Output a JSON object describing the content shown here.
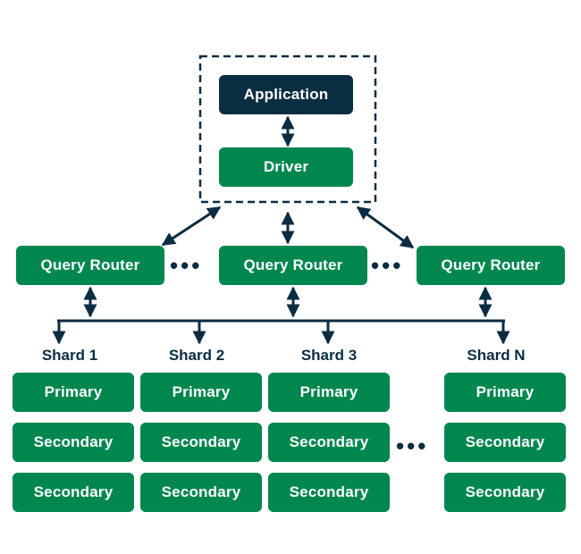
{
  "client": {
    "application": "Application",
    "driver": "Driver"
  },
  "routers": [
    "Query Router",
    "Query Router",
    "Query Router"
  ],
  "shards": [
    {
      "label": "Shard 1",
      "primary": "Primary",
      "secondaries": [
        "Secondary",
        "Secondary"
      ]
    },
    {
      "label": "Shard 2",
      "primary": "Primary",
      "secondaries": [
        "Secondary",
        "Secondary"
      ]
    },
    {
      "label": "Shard 3",
      "primary": "Primary",
      "secondaries": [
        "Secondary",
        "Secondary"
      ]
    },
    {
      "label": "Shard N",
      "primary": "Primary",
      "secondaries": [
        "Secondary",
        "Secondary"
      ]
    }
  ],
  "ellipsis": "•••",
  "colors": {
    "node_green": "#00874f",
    "node_dark": "#0b2d42",
    "line": "#0b2d42"
  }
}
